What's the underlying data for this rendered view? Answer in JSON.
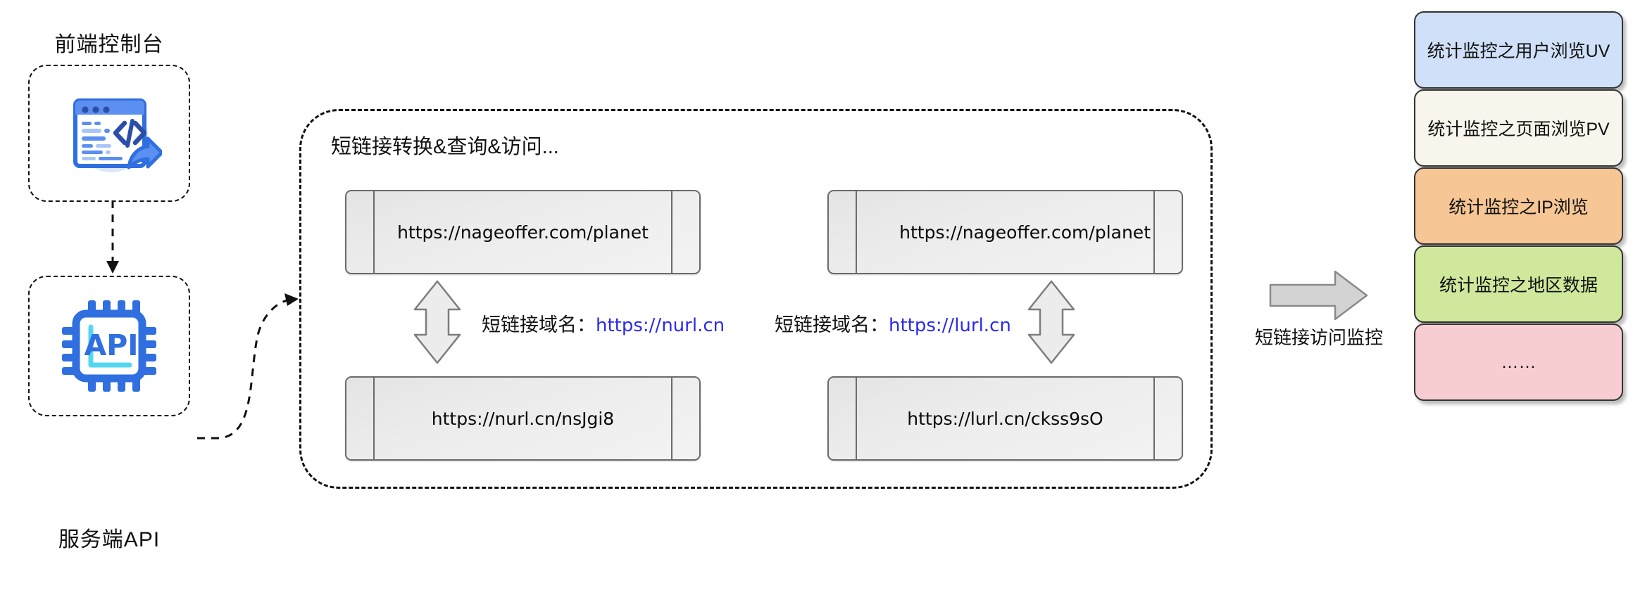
{
  "left_column": {
    "frontend": {
      "caption": "前端控制台",
      "icon": "browser-code-window-icon"
    },
    "backend": {
      "caption": "服务端API",
      "icon": "api-chip-icon",
      "chip_label": "API"
    }
  },
  "main_container": {
    "title": "短链接转换&查询&访问...",
    "groups": [
      {
        "long_url": "https://nageoffer.com/planet",
        "short_url": "https://nurl.cn/nsJgi8",
        "domain_prefix": "短链接域名：",
        "domain_value": "https://nurl.cn"
      },
      {
        "long_url": "https://nageoffer.com/planet",
        "short_url": "https://lurl.cn/ckss9sO",
        "domain_prefix": "短链接域名：",
        "domain_value": "https://lurl.cn"
      }
    ]
  },
  "monitor_arrow": {
    "caption": "短链接访问监控",
    "icon": "right-arrow-block-icon"
  },
  "stats": [
    {
      "label": "统计监控之用户浏览UV",
      "color": "#cfe0f8"
    },
    {
      "label": "统计监控之页面浏览PV",
      "color": "#f8f5ec"
    },
    {
      "label": "统计监控之IP浏览",
      "color": "#f6c694"
    },
    {
      "label": "统计监控之地区数据",
      "color": "#d0e89b"
    },
    {
      "label": "……",
      "color": "#f8cdd2"
    }
  ],
  "colors": {
    "link_blue": "#2b2bee",
    "icon_blue": "#2f6fe0",
    "arrow_fill": "#e8e8e8",
    "arrow_stroke": "#8a8a8a",
    "box_stroke": "#6b6b6b"
  }
}
